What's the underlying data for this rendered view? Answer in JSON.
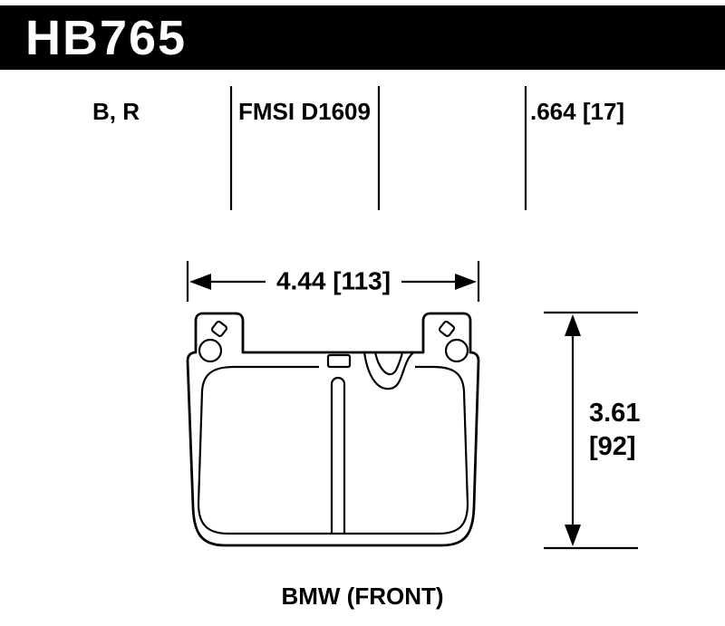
{
  "header": {
    "part_number": "HB765"
  },
  "specs": {
    "compounds": "B, R",
    "fmsi": "FMSI D1609",
    "thickness": ".664 [17]"
  },
  "dimensions": {
    "width": "4.44 [113]",
    "height_in": "3.61",
    "height_mm": "[92]"
  },
  "caption": "BMW (FRONT)",
  "colors": {
    "bar_bg": "#000000",
    "bar_text": "#ffffff",
    "line": "#000000",
    "page_bg": "#ffffff"
  }
}
